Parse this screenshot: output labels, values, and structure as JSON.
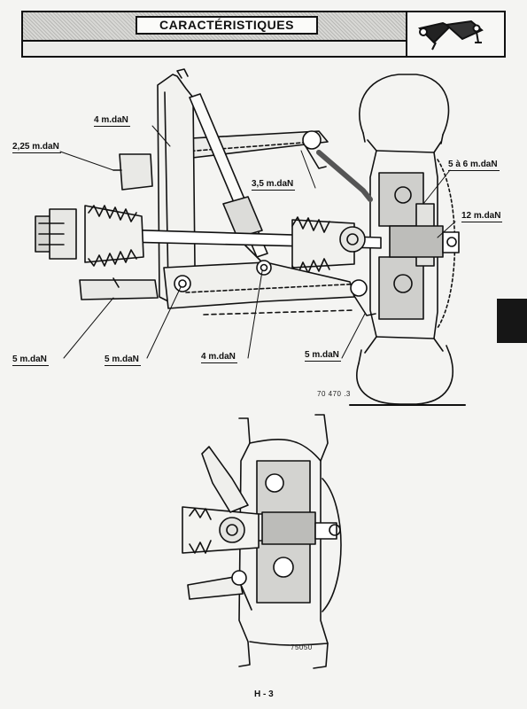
{
  "header": {
    "title": "CARACTÉRISTIQUES"
  },
  "torques": {
    "t1": "4 m.daN",
    "t2": "2,25 m.daN",
    "t3": "3,5 m.daN",
    "t4": "5 à 6 m.daN",
    "t5": "12 m.daN",
    "t6": "5 m.daN",
    "t7": "5 m.daN",
    "t8": "4 m.daN",
    "t9": "5 m.daN"
  },
  "figures": {
    "upper_ref": "70 470 .3",
    "lower_ref": "75050"
  },
  "footer": {
    "page": "H - 3"
  }
}
